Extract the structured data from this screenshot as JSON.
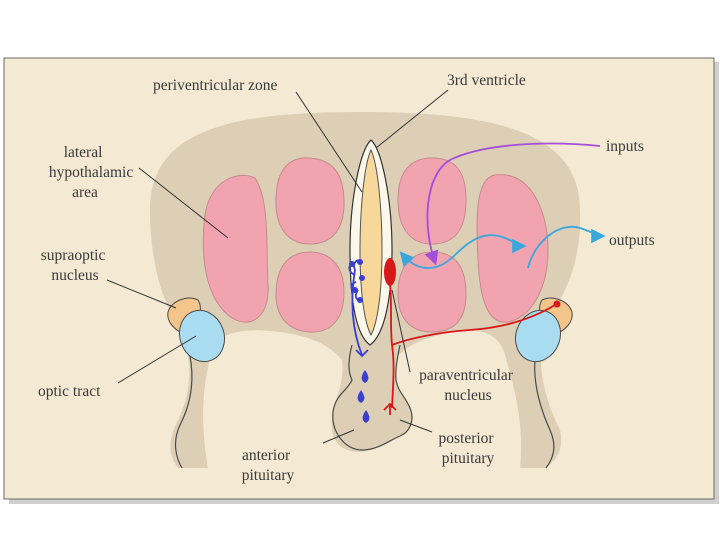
{
  "diagram": {
    "labels": {
      "periventricular_zone": "periventricular zone",
      "third_ventricle": "3rd ventricle",
      "lateral_hypothalamic_area": [
        "lateral",
        "hypothalamic",
        "area"
      ],
      "supraoptic_nucleus": [
        "supraoptic",
        "nucleus"
      ],
      "optic_tract": "optic tract",
      "anterior_pituitary": [
        "anterior",
        "pituitary"
      ],
      "posterior_pituitary": [
        "posterior",
        "pituitary"
      ],
      "paraventricular_nucleus": [
        "paraventricular",
        "nucleus"
      ],
      "inputs": "inputs",
      "outputs": "outputs"
    },
    "colors": {
      "background": "#f4e9d3",
      "tissue": "#dccfb6",
      "nucleus_fill": "#f2a3b0",
      "ventricle_fill": "#f7d79a",
      "optic_fill": "#a9dcf0",
      "supraoptic_fill": "#f3c58a",
      "blue_pathway": "#3a3fd0",
      "red_pathway": "#d81818",
      "inputs_arrow": "#a34fd8",
      "outputs_arrow": "#3aa8dc"
    }
  }
}
